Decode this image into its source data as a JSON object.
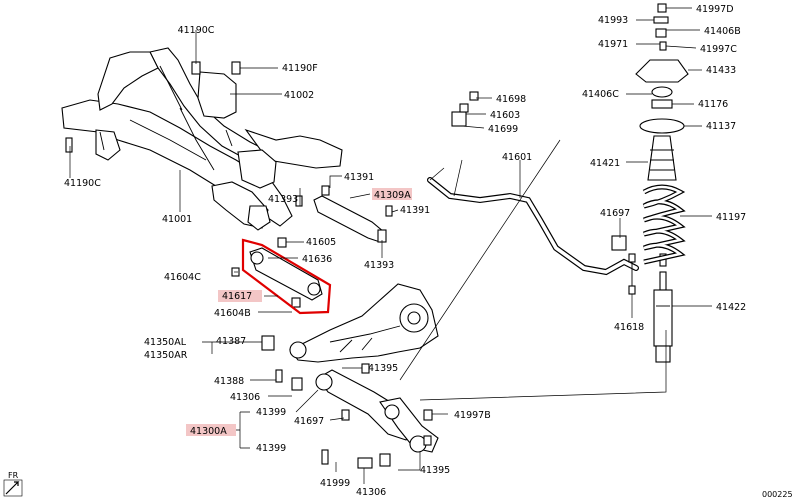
{
  "highlight_color": "#f3c6c6",
  "callout_color": "#e00000",
  "diagram_id": "000225",
  "orientation_label": "FR",
  "labels": {
    "p41190C_top": "41190C",
    "p41190F": "41190F",
    "p41002": "41002",
    "p41190C_left": "41190C",
    "p41001": "41001",
    "p41391_a": "41391",
    "p41309A": "41309A",
    "p41391_b": "41391",
    "p41393_a": "41393",
    "p41605": "41605",
    "p41636": "41636",
    "p41604C": "41604C",
    "p41393_b": "41393",
    "p41617": "41617",
    "p41604B": "41604B",
    "p41387": "41387",
    "p41350AL": "41350AL",
    "p41350AR": "41350AR",
    "p41388": "41388",
    "p41306_a": "41306",
    "p41395_a": "41395",
    "p41399_a": "41399",
    "p41697_low": "41697",
    "p41300A": "41300A",
    "p41399_b": "41399",
    "p41999": "41999",
    "p41306_b": "41306",
    "p41395_b": "41395",
    "p41997B": "41997B",
    "p41698": "41698",
    "p41603": "41603",
    "p41699": "41699",
    "p41601": "41601",
    "p41697_mid": "41697",
    "p41618": "41618",
    "p41997D": "41997D",
    "p41993": "41993",
    "p41406B": "41406B",
    "p41971": "41971",
    "p41997C": "41997C",
    "p41433": "41433",
    "p41406C": "41406C",
    "p41176": "41176",
    "p41137": "41137",
    "p41421": "41421",
    "p41197": "41197",
    "p41422": "41422"
  }
}
